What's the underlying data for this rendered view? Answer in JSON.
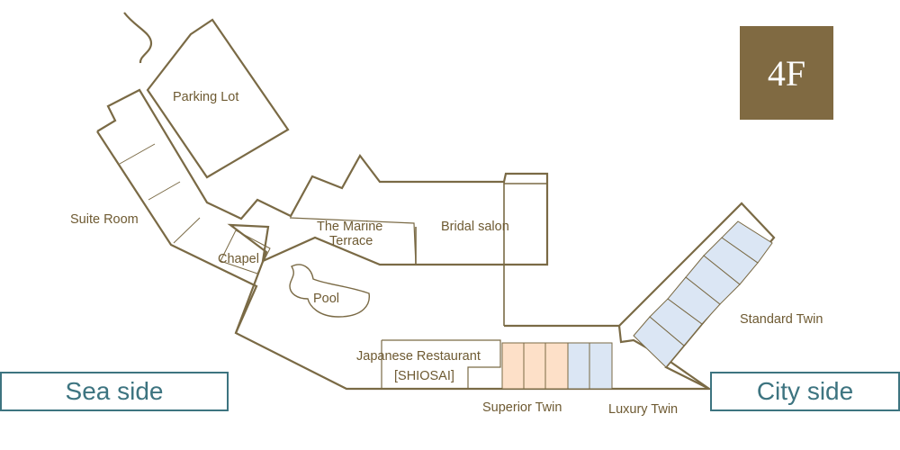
{
  "floor": {
    "label": "4F"
  },
  "sides": {
    "sea": "Sea side",
    "city": "City side"
  },
  "areas": {
    "parking_lot": "Parking Lot",
    "suite_room": "Suite Room",
    "chapel": "Chapel",
    "marine_terrace_line1": "The Marine",
    "marine_terrace_line2": "Terrace",
    "bridal_salon": "Bridal salon",
    "pool": "Pool",
    "japanese_restaurant_line1": "Japanese Restaurant",
    "japanese_restaurant_line2": "[SHIOSAI]",
    "superior_twin": "Superior Twin",
    "luxury_twin": "Luxury Twin",
    "standard_twin": "Standard Twin"
  },
  "colors": {
    "outline": "#7a6a45",
    "superior_twin_fill": "#fde0c8",
    "twin_fill": "#dbe6f4",
    "floor_badge": "#806a42",
    "side_border": "#3d7480"
  }
}
